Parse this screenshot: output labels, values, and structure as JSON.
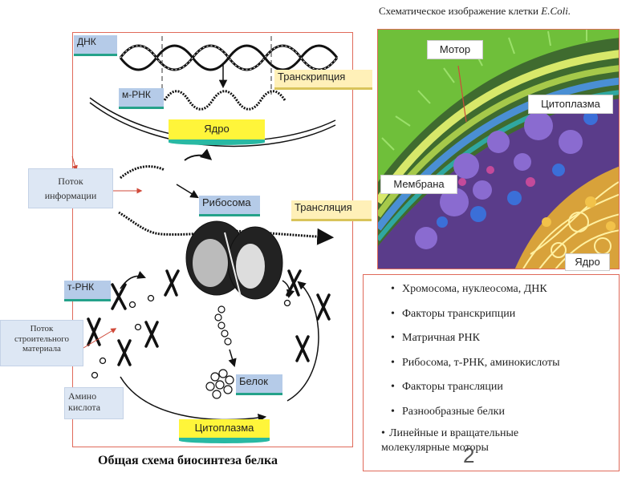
{
  "top_title": {
    "text": "Схематическое изображение клетки",
    "species": "E.Coli."
  },
  "left_panel": {
    "caption": "Общая схема биосинтеза белка",
    "labels": {
      "dna": "ДНК",
      "mrna": "м-РНК",
      "transcription": "Транскрипция",
      "nucleus": "Ядро",
      "info_flow_line1": "Поток",
      "info_flow_line2": "информации",
      "ribosome": "Рибосома",
      "translation": "Трансляция",
      "trna": "т-РНК",
      "material_flow_line1": "Поток",
      "material_flow_line2": "строительного",
      "material_flow_line3": "материала",
      "protein": "Белок",
      "amino_line1": "Амино",
      "amino_line2": "кислота",
      "cytoplasm": "Цитоплазма"
    }
  },
  "cell_image": {
    "labels": {
      "motor": "Мотор",
      "cytoplasm": "Цитоплазма",
      "membrane": "Мембрана",
      "nucleus": "Ядро"
    }
  },
  "component_list": {
    "items": [
      "Хромосома, нуклеосома, ДНК",
      "Факторы транскрипции",
      "Матричная РНК",
      "Рибосома, т-РНК, аминокислоты",
      "Факторы трансляции",
      "Разнообразные белки",
      "Линейные и вращательные"
    ],
    "last_line_continued": "молекулярные моторы"
  },
  "slide_number": "2",
  "colors": {
    "frame": "#e06a5a",
    "label_blue": "#b5cbe8",
    "label_teal": "#25a28a",
    "label_yellow": "#fff53a"
  }
}
